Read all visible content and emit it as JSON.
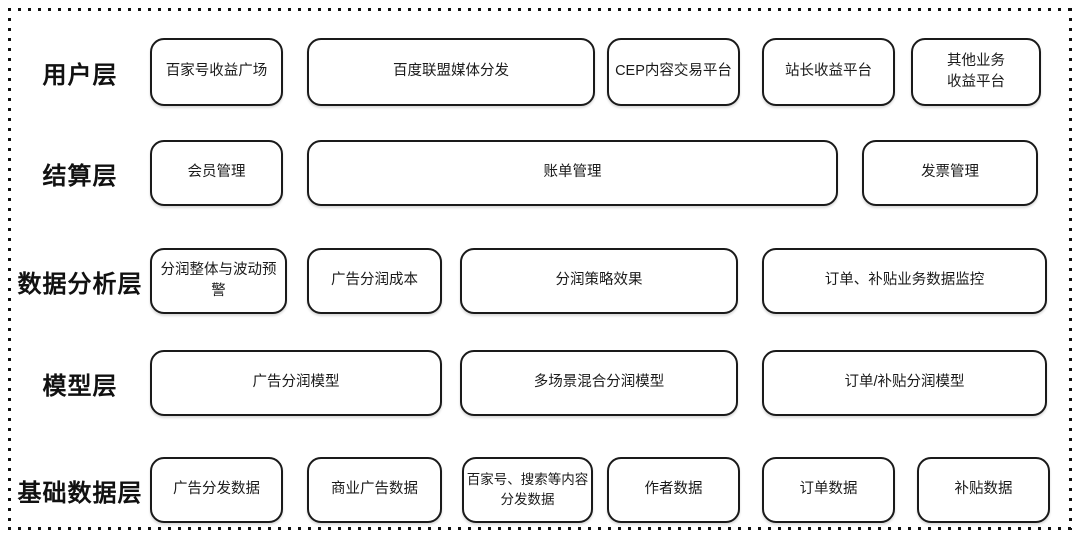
{
  "colors": {
    "line": "#1a1a1a",
    "background": "#ffffff",
    "text": "#1a1a1a"
  },
  "diagram": {
    "layers": [
      {
        "label": "用户层",
        "boxes": [
          {
            "label": "百家号收益广场"
          },
          {
            "label": "百度联盟媒体分发"
          },
          {
            "label": "CEP内容交易平台"
          },
          {
            "label": "站长收益平台"
          },
          {
            "label": "其他业务\n收益平台"
          }
        ]
      },
      {
        "label": "结算层",
        "boxes": [
          {
            "label": "会员管理"
          },
          {
            "label": "账单管理"
          },
          {
            "label": "发票管理"
          }
        ]
      },
      {
        "label": "数据分析层",
        "boxes": [
          {
            "label": "分润整体与波动预警"
          },
          {
            "label": "广告分润成本"
          },
          {
            "label": "分润策略效果"
          },
          {
            "label": "订单、补贴业务数据监控"
          }
        ]
      },
      {
        "label": "模型层",
        "boxes": [
          {
            "label": "广告分润模型"
          },
          {
            "label": "多场景混合分润模型"
          },
          {
            "label": "订单/补贴分润模型"
          }
        ]
      },
      {
        "label": "基础数据层",
        "boxes": [
          {
            "label": "广告分发数据"
          },
          {
            "label": "商业广告数据"
          },
          {
            "label": "百家号、搜索等内容\n分发数据"
          },
          {
            "label": "作者数据"
          },
          {
            "label": "订单数据"
          },
          {
            "label": "补贴数据"
          }
        ]
      }
    ]
  }
}
